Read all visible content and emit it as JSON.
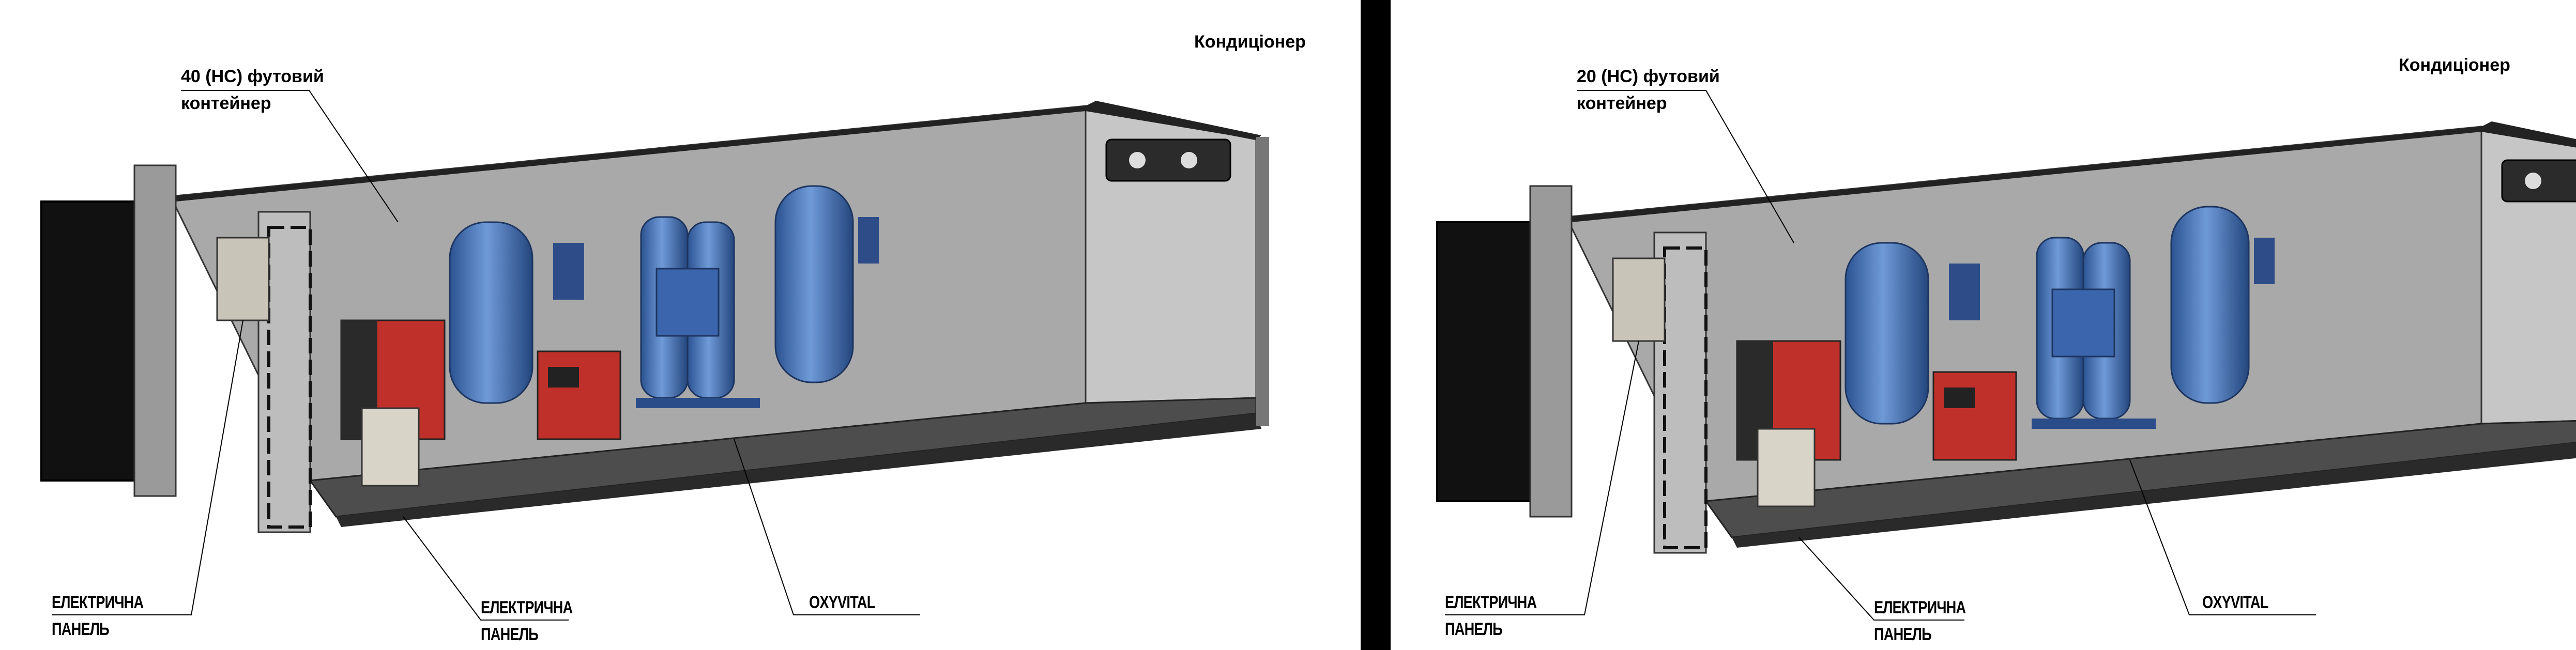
{
  "panels": [
    {
      "container_label_line1": "40 (HC) футовий",
      "container_label_line2": "контейнер",
      "ac_label": "Кондиціонер",
      "panel1_line1": "ЕЛЕКТРИЧНА",
      "panel1_line2": "ПАНЕЛЬ",
      "panel2_line1": "ЕЛЕКТРИЧНА",
      "panel2_line2": "ПАНЕЛЬ",
      "generator_label": "OXYVITAL"
    },
    {
      "container_label_line1": "20 (HC) футовий",
      "container_label_line2": "контейнер",
      "ac_label": "Кондиціонер",
      "panel1_line1": "ЕЛЕКТРИЧНА",
      "panel1_line2": "ПАНЕЛЬ",
      "panel2_line1": "ЕЛЕКТРИЧНА",
      "panel2_line2": "ПАНЕЛЬ",
      "generator_label": "OXYVITAL"
    }
  ],
  "colors": {
    "tank": "#3f6fb8",
    "dryer": "#c0302a",
    "wall": "#a9a9a9",
    "floor": "#4d4d4d",
    "divider": "#000000"
  }
}
